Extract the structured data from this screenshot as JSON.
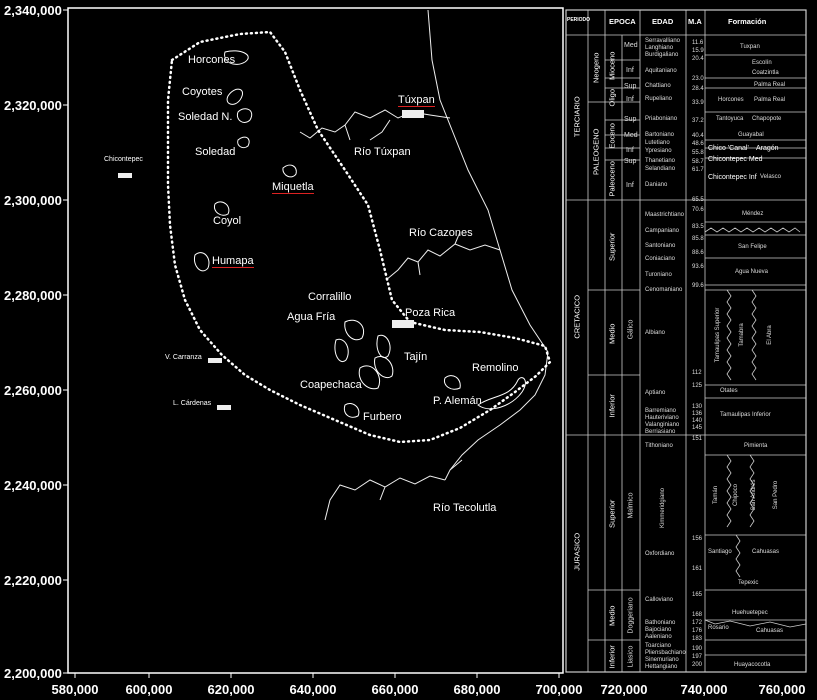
{
  "axes": {
    "y_ticks": [
      "2,340,000",
      "2,320,000",
      "2,300,000",
      "2,280,000",
      "2,260,000",
      "2,240,000",
      "2,220,000",
      "2,200,000"
    ],
    "x_ticks": [
      "580,000",
      "600,000",
      "620,000",
      "640,000",
      "660,000",
      "680,000",
      "700,000",
      "720,000",
      "740,000",
      "760,000"
    ]
  },
  "places": {
    "horcones": "Horcones",
    "coyotes": "Coyotes",
    "soledad_n": "Soledad N.",
    "soledad": "Soledad",
    "chicontepec": "Chicontepec",
    "miquetla": "Miquetla",
    "coyol": "Coyol",
    "humapa": "Humapa",
    "tuxpan": "Túxpan",
    "rio_tuxpan": "Río Túxpan",
    "rio_cazones": "Río Cazones",
    "corralillo": "Corralillo",
    "agua_fria": "Agua Fría",
    "poza_rica": "Poza Rica",
    "tajin": "Tajín",
    "v_carranza": "V. Carranza",
    "l_cardenas": "L. Cárdenas",
    "coapechaca": "Coapechaca",
    "remolino": "Remolino",
    "p_aleman": "P. Alemán",
    "furbero": "Furbero",
    "rio_tecolutla": "Río Tecolutla"
  },
  "strat": {
    "headers": {
      "periodo": "PERIODO",
      "epoca": "EPOCA",
      "edad": "EDAD",
      "ma": "M.A",
      "formacion": "Formación"
    },
    "periods": {
      "terciario": "TERCIARIO",
      "cretacico": "CRETACICO",
      "jurasico": "JURASICO"
    },
    "sub_periods": {
      "neogeno": "Neogeno",
      "paleogeno": "PALEOGENO"
    },
    "epochs": {
      "mioceno": "Mioceno",
      "oligoceno": "Oligo",
      "eoceno": "Eoceno",
      "paleoceno": "Paleoceno",
      "superior_k": "Superior",
      "medio_k": "Medio",
      "inferior_k": "Inferior",
      "superior_j": "Superior",
      "medio_j": "Medio",
      "inferior_j": "Inferior"
    },
    "subdiv": {
      "med": "Med",
      "inf": "Inf",
      "sup": "Sup",
      "gallico": "Gálico",
      "malmico": "Malmico",
      "doggeriano": "Doggeriano",
      "liasico": "Liasico"
    },
    "formations": {
      "tuxpan": "Tuxpan",
      "escolin": "Escolín",
      "coatzintla": "Coatzintla",
      "palma_real": "Palma Real",
      "horcones": "Horcones",
      "tantoyuca": "Tantoyuca",
      "chapopote": "Chapopote",
      "guayabal": "Guayabal",
      "chicontepec_canal": "Chico 'Canal'",
      "aragon": "Aragón",
      "chicontepec_med": "Chicontepec Med",
      "chicontepec_inf": "Chicontepec Inf",
      "velasco": "Velasco",
      "mendez": "Méndez",
      "san_felipe": "San Felipe",
      "agua_nueva": "Agua Nueva",
      "tamaulipas_sup": "Tamaulipas Superior",
      "tamabra": "Tamabra",
      "el_abra": "El Abra",
      "otates": "Otates",
      "tamaulipas_inf": "Tamaulipas Inferior",
      "pimienta": "Pimienta",
      "tamán": "Tamán",
      "chipoco": "Chipoco",
      "san_andres": "San Andrés",
      "san_pedro": "San Pedro",
      "santiago": "Santiago",
      "cahuasas": "Cahuasas",
      "tepexic": "Tepexic",
      "huehuetepec": "Huehuetepec",
      "huayacocotla": "Huayacocotla",
      "rosario": "Rosario"
    },
    "ages": [
      "Serravalliano",
      "Langhiano",
      "Burdigaliano",
      "Aquitaniano",
      "Chattiano",
      "Rupeliano",
      "Priaboniano",
      "Bartoniano",
      "Lutetiano",
      "Ypresiano",
      "Thanetiano",
      "Selandiano",
      "Daniano",
      "Maastrichtiano",
      "Campaniano",
      "Santoniano",
      "Coniaciano",
      "Turoniano",
      "Cenomaniano",
      "Albiano",
      "Aptiano",
      "Barremiano",
      "Hauteriviano",
      "Valanginiano",
      "Berriasiano",
      "Tithoniano",
      "Kimmeridgiano",
      "Oxfordiano",
      "Calloviano",
      "Bathoniano",
      "Bajociano",
      "Aaleniano",
      "Toarciano",
      "Pliensbachiano",
      "Sinemuriano",
      "Hettangiano"
    ],
    "ma": [
      "11.6",
      "15.9",
      "20.4",
      "23.0",
      "28.4",
      "33.9",
      "37.2",
      "40.4",
      "48.6",
      "55.8",
      "58.7",
      "61.7",
      "65.5",
      "70.6",
      "83.5",
      "85.8",
      "88.6",
      "93.6",
      "99.6",
      "112",
      "125",
      "130",
      "136",
      "140",
      "145",
      "151",
      "156",
      "161",
      "165",
      "168",
      "172",
      "176",
      "183",
      "190",
      "197",
      "200"
    ]
  },
  "colors": {
    "background": "#000000",
    "lines": "#ffffff",
    "underline": "#d22222"
  }
}
